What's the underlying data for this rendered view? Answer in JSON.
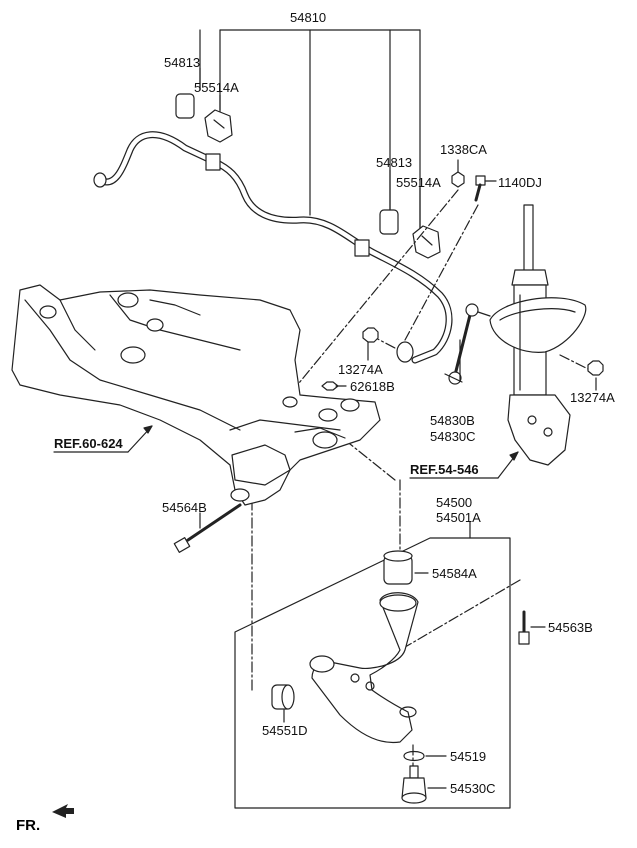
{
  "labels": {
    "stabilizer_bar": "54810",
    "bushing_left": "54813",
    "bracket_left": "55514A",
    "bushing_right": "54813",
    "bracket_right": "55514A",
    "nut_top": "1338CA",
    "bolt_top": "1140DJ",
    "nut_link_left": "13274A",
    "nut_link_right": "13274A",
    "nut_subframe": "62618B",
    "link_b": "54830B",
    "link_c": "54830C",
    "ref_subframe": "REF.60-624",
    "ref_strut": "REF.54-546",
    "subframe_bolt": "54564B",
    "lower_arm_a": "54500",
    "lower_arm_b": "54501A",
    "bushing_g": "54584A",
    "bolt_arm": "54563B",
    "bushing_front": "54551D",
    "snap_ring": "54519",
    "ball_joint": "54530C",
    "fr": "FR."
  },
  "colors": {
    "line": "#222222",
    "fill": "#ffffff"
  }
}
